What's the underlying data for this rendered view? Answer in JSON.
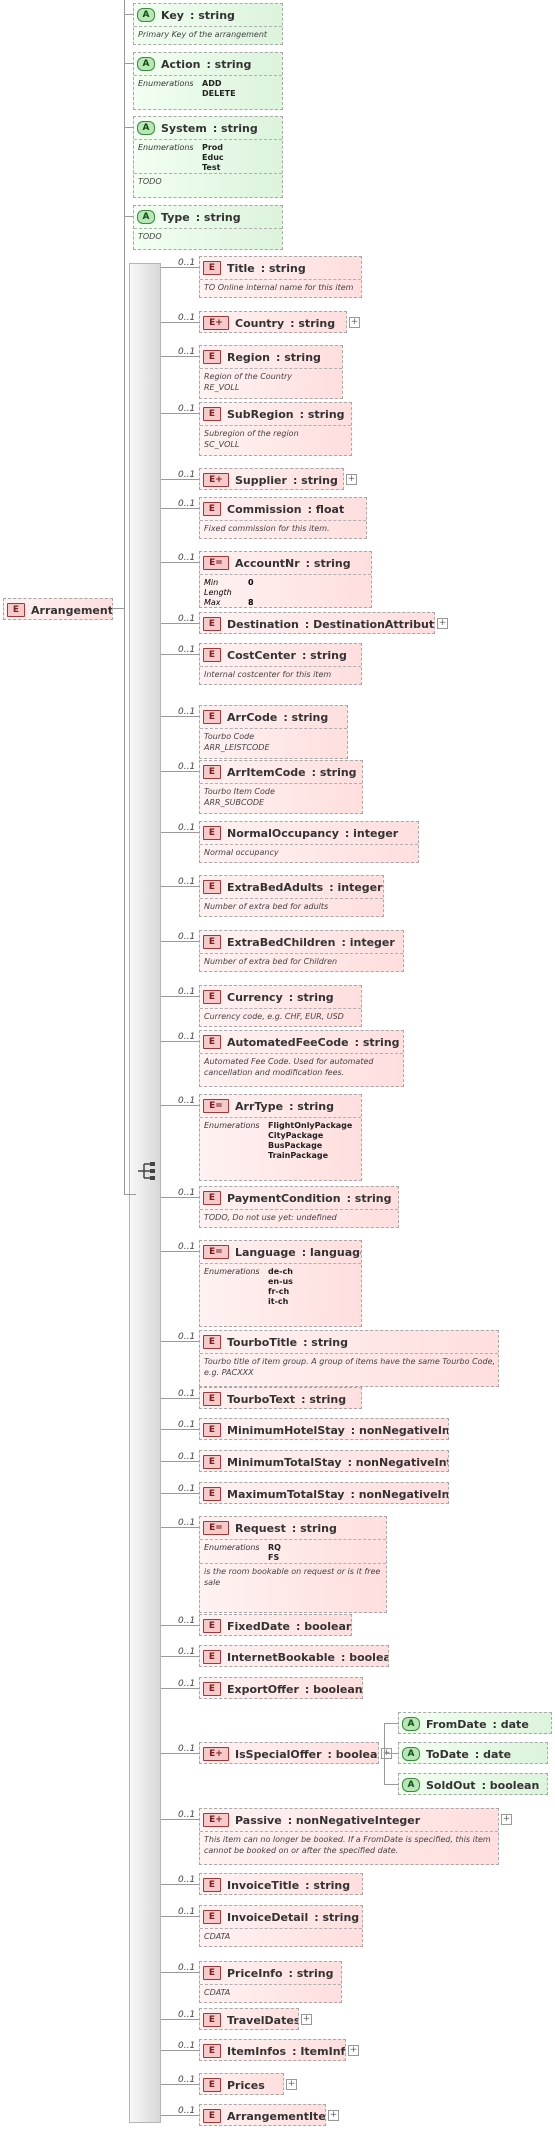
{
  "root": {
    "badge": "E",
    "name": "Arrangement"
  },
  "attributes": [
    {
      "name": "Key",
      "type": ": string",
      "doc": [
        "Primary Key of the arrangement"
      ]
    },
    {
      "name": "Action",
      "type": ": string",
      "facet_label": "Enumerations",
      "facets": [
        "ADD",
        "DELETE"
      ]
    },
    {
      "name": "System",
      "type": ": string",
      "facet_label": "Enumerations",
      "facets": [
        "Prod",
        "Educ",
        "Test"
      ],
      "doc": [
        "TODO"
      ]
    },
    {
      "name": "Type",
      "type": ": string",
      "doc": [
        "TODO"
      ]
    }
  ],
  "occurrence": "0..1",
  "elements": [
    {
      "name": "Title",
      "type": ": string",
      "doc": [
        "TO Online internal name for this item"
      ]
    },
    {
      "name": "Country",
      "type": ": string",
      "badge": "E+",
      "expand": true
    },
    {
      "name": "Region",
      "type": ": string",
      "doc": [
        "Region of the Country",
        "RE_VOLL"
      ]
    },
    {
      "name": "SubRegion",
      "type": ": string",
      "doc": [
        "Subregion of the region",
        "SC_VOLL"
      ]
    },
    {
      "name": "Supplier",
      "type": ": string",
      "badge": "E+",
      "expand": true
    },
    {
      "name": "Commission",
      "type": ": float",
      "doc": [
        "Fixed commission for this item."
      ]
    },
    {
      "name": "AccountNr",
      "type": ": string",
      "badge": "E=",
      "limits": [
        {
          "k": "Min Length",
          "v": "0"
        },
        {
          "k": "Max Length",
          "v": "8"
        }
      ]
    },
    {
      "name": "Destination",
      "type": ": DestinationAttributes",
      "expand": true
    },
    {
      "name": "CostCenter",
      "type": ": string",
      "doc": [
        "Internal costcenter for this item"
      ]
    },
    {
      "name": "ArrCode",
      "type": ": string",
      "doc": [
        "Tourbo Code",
        "ARR_LEISTCODE"
      ]
    },
    {
      "name": "ArrItemCode",
      "type": ": string",
      "doc": [
        "Tourbo Item Code",
        "ARR_SUBCODE"
      ]
    },
    {
      "name": "NormalOccupancy",
      "type": ": integer",
      "doc": [
        "Normal occupancy"
      ]
    },
    {
      "name": "ExtraBedAdults",
      "type": ": integer",
      "doc": [
        "Number of extra bed for adults"
      ]
    },
    {
      "name": "ExtraBedChildren",
      "type": ": integer",
      "doc": [
        "Number of extra bed for Children"
      ]
    },
    {
      "name": "Currency",
      "type": ": string",
      "doc": [
        "Currency code, e.g. CHF, EUR, USD"
      ]
    },
    {
      "name": "AutomatedFeeCode",
      "type": ": string",
      "doc": [
        "Automated Fee Code. Used for automated",
        "cancellation and modification fees."
      ]
    },
    {
      "name": "ArrType",
      "type": ": string",
      "badge": "E=",
      "facet_label": "Enumerations",
      "facets": [
        "FlightOnlyPackage",
        "CityPackage",
        "BusPackage",
        "TrainPackage"
      ]
    },
    {
      "name": "PaymentCondition",
      "type": ": string",
      "doc": [
        "TODO, Do not use yet: undefined"
      ]
    },
    {
      "name": "Language",
      "type": ": language",
      "badge": "E=",
      "facet_label": "Enumerations",
      "facets": [
        "de-ch",
        "en-us",
        "fr-ch",
        "it-ch"
      ]
    },
    {
      "name": "TourboTitle",
      "type": ": string",
      "doc": [
        "Tourbo title of item group. A group of items have the same Tourbo Code,",
        "e.g. PACXXX"
      ]
    },
    {
      "name": "TourboText",
      "type": ": string"
    },
    {
      "name": "MinimumHotelStay",
      "type": ": nonNegativeInteger"
    },
    {
      "name": "MinimumTotalStay",
      "type": ": nonNegativeInteger"
    },
    {
      "name": "MaximumTotalStay",
      "type": ": nonNegativeInteger"
    },
    {
      "name": "Request",
      "type": ": string",
      "badge": "E=",
      "facet_label": "Enumerations",
      "facets": [
        "RQ",
        "FS"
      ],
      "doc": [
        "is the room bookable on request or is it free",
        "sale"
      ]
    },
    {
      "name": "FixedDate",
      "type": ": boolean"
    },
    {
      "name": "InternetBookable",
      "type": ": boolean"
    },
    {
      "name": "ExportOffer",
      "type": ": boolean"
    },
    {
      "name": "IsSpecialOffer",
      "type": ": boolean",
      "badge": "E+",
      "expand": true,
      "children": [
        {
          "name": "FromDate",
          "type": ": date"
        },
        {
          "name": "ToDate",
          "type": ": date"
        },
        {
          "name": "SoldOut",
          "type": ": boolean"
        }
      ]
    },
    {
      "name": "Passive",
      "type": ": nonNegativeInteger",
      "badge": "E+",
      "expand": true,
      "doc": [
        "This item can no longer be booked. If a FromDate is specified, this item",
        "cannot be booked on or after the specified date."
      ]
    },
    {
      "name": "InvoiceTitle",
      "type": ": string"
    },
    {
      "name": "InvoiceDetail",
      "type": ": string",
      "doc": [
        "CDATA"
      ]
    },
    {
      "name": "PriceInfo",
      "type": ": string",
      "doc": [
        "CDATA"
      ]
    },
    {
      "name": "TravelDates",
      "type": "",
      "expand": true
    },
    {
      "name": "ItemInfos",
      "type": ": ItemInfos",
      "expand": true
    },
    {
      "name": "Prices",
      "type": "",
      "expand": true
    },
    {
      "name": "ArrangementItems",
      "type": "",
      "expand": true
    }
  ]
}
